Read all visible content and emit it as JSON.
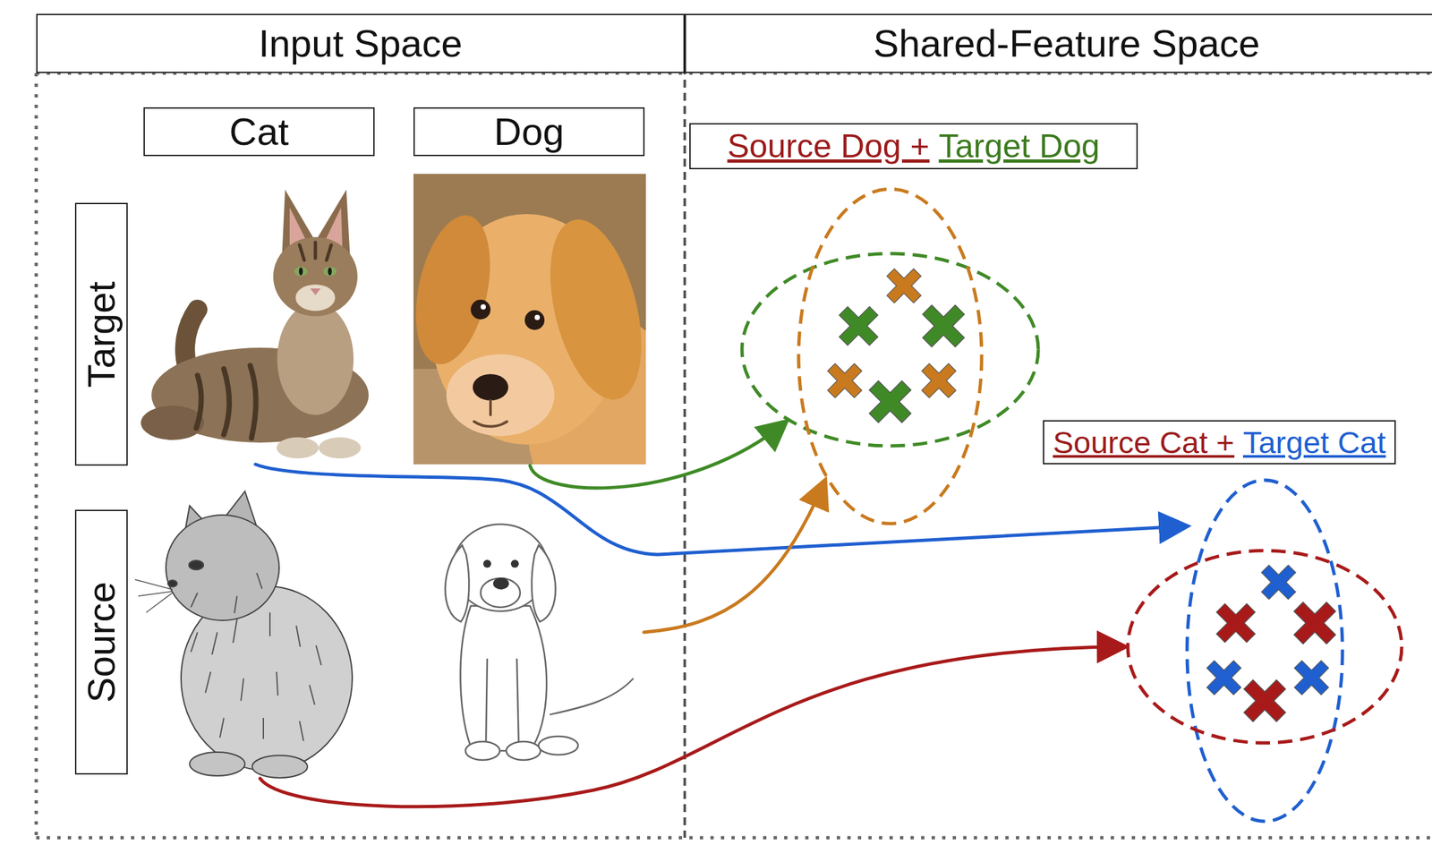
{
  "diagram": {
    "nodes": [
      {
        "text": [
          "Input Space"
        ]
      },
      {
        "text": [
          "Shared-Feature Space"
        ]
      },
      {
        "text": [
          "Cat"
        ]
      },
      {
        "text": [
          "Dog"
        ]
      },
      {
        "text": [
          "Source Dog +",
          "Target Dog"
        ]
      },
      {
        "text": [
          "Target"
        ]
      },
      {
        "text": [
          "Source Cat +",
          "Target Cat"
        ]
      },
      {
        "text": [
          "Source"
        ]
      }
    ]
  }
}
